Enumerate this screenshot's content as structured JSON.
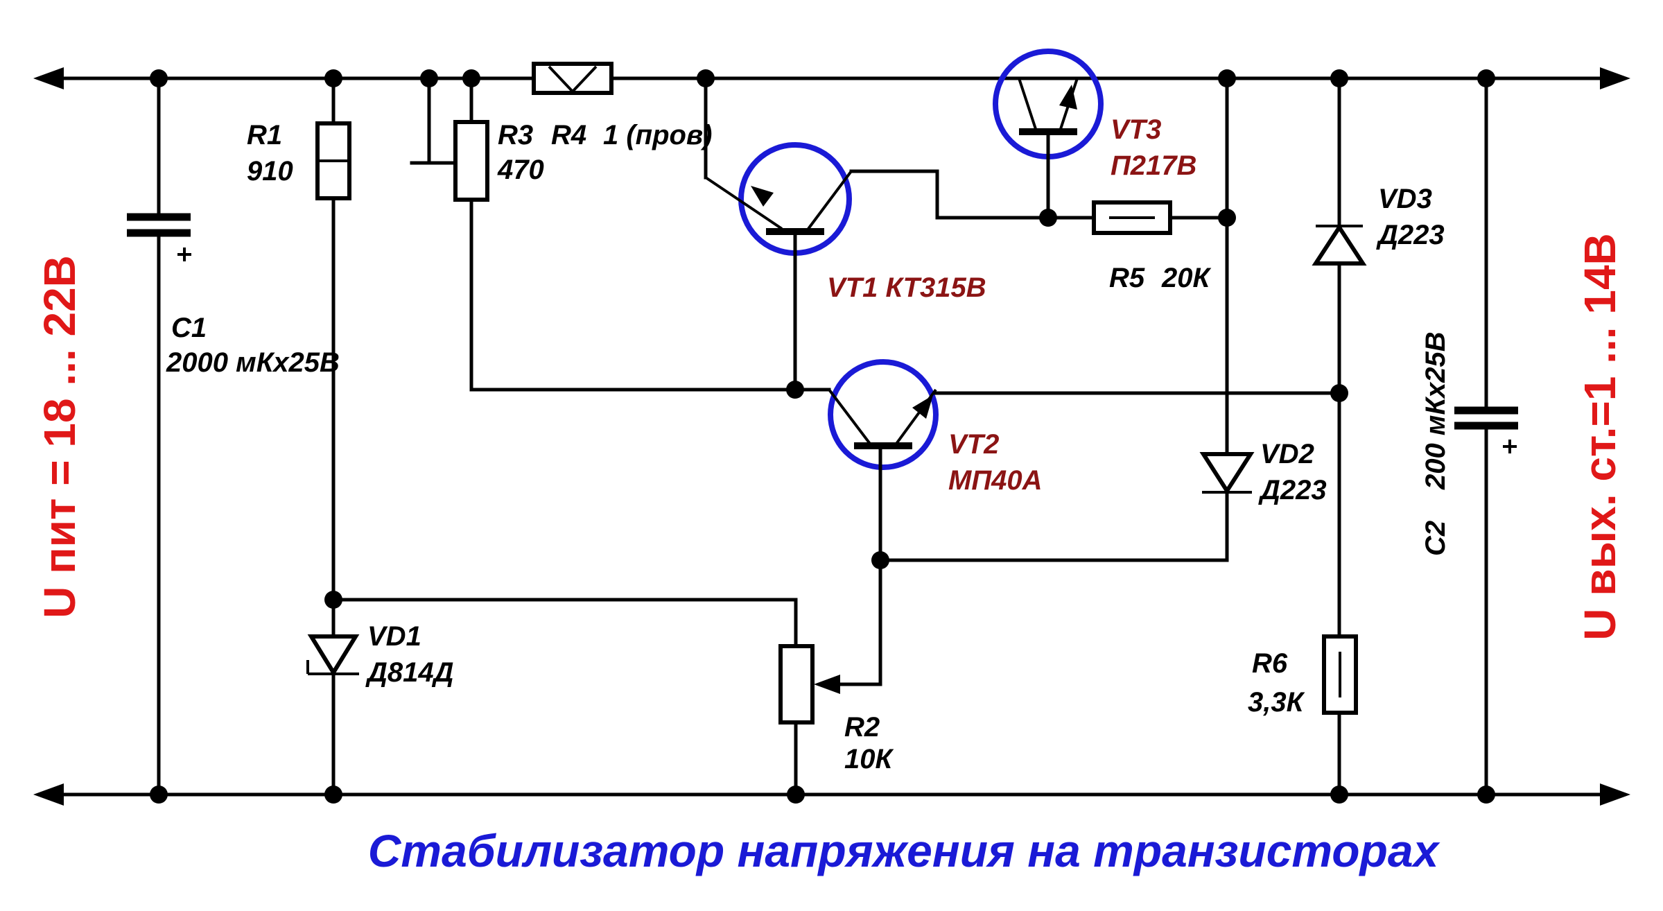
{
  "title": "Стабилизатор напряжения на транзисторах",
  "input_label": "U пит = 18 ... 22В",
  "output_label": "U вых. ст.=1 ... 14В",
  "colors": {
    "wire": "#000000",
    "transistor_ring": "#1a1ad6",
    "transistor_label": "#8b1414",
    "side_labels": "#e01818",
    "title": "#1a1ad6"
  },
  "components": {
    "c1": {
      "name": "C1",
      "value": "2000 мКх25В",
      "polarity": "+"
    },
    "c2": {
      "name": "C2",
      "value": "200 мКх25В",
      "polarity": "+"
    },
    "r1": {
      "name": "R1",
      "value": "910"
    },
    "r2": {
      "name": "R2",
      "value": "10К"
    },
    "r3": {
      "name": "R3",
      "value": "470"
    },
    "r4": {
      "name": "R4",
      "value": "1 (пров)"
    },
    "r5": {
      "name": "R5",
      "value": "20К"
    },
    "r6": {
      "name": "R6",
      "value": "3,3К"
    },
    "vd1": {
      "name": "VD1",
      "value": "Д814Д"
    },
    "vd2": {
      "name": "VD2",
      "value": "Д223"
    },
    "vd3": {
      "name": "VD3",
      "value": "Д223"
    },
    "vt1": {
      "label": "VT1 КТ315В"
    },
    "vt2": {
      "name": "VT2",
      "value": "МП40А"
    },
    "vt3": {
      "name": "VT3",
      "value": "П217В"
    }
  }
}
